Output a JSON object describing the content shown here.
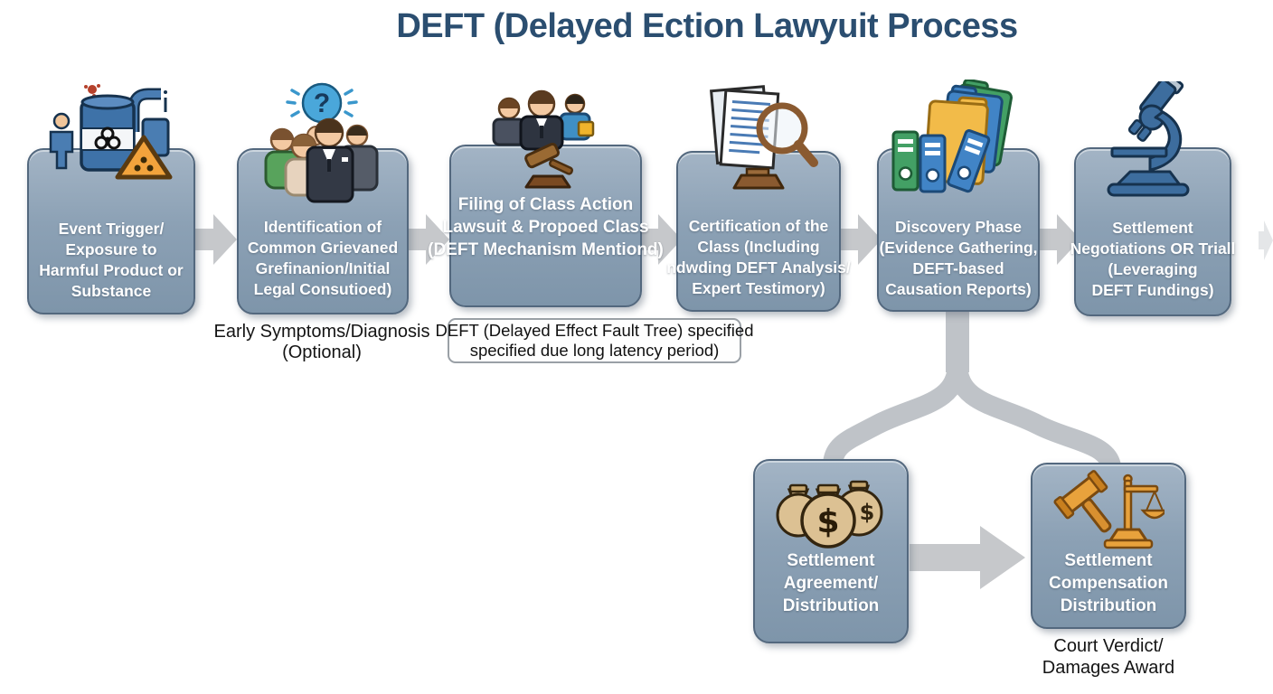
{
  "title": "DEFT (Delayed Ection Lawyuit Process",
  "boxes": [
    {
      "id": "event-trigger",
      "icon": "hazard-exposure-icon",
      "label": [
        "Event Trigger/",
        "Exposure to",
        "Harmful Product or",
        "Substance"
      ]
    },
    {
      "id": "identification",
      "icon": "people-question-icon",
      "label": [
        "Identification of",
        "Common Grievaned",
        "Grefinanion/Initial",
        "Legal Consutioed)"
      ]
    },
    {
      "id": "filing",
      "icon": "lawyers-gavel-icon",
      "label": [
        "Filing of Class Action",
        "Lawsuit & Propoed Class",
        "(DEFT Mechanism Mentiond)"
      ]
    },
    {
      "id": "certification",
      "icon": "document-magnifier-icon",
      "label": [
        "Certification of the",
        "Class (Including",
        "ndwding DEFT Analysis/",
        "Expert Testimory)"
      ]
    },
    {
      "id": "discovery",
      "icon": "evidence-folders-icon",
      "label": [
        "Discovery Phase",
        "(Evidence Gathering,",
        "DEFT-based",
        "Causation Reports)"
      ]
    },
    {
      "id": "settlement-negotiations",
      "icon": "microscope-icon",
      "label": [
        "Settlement",
        "Negotiations OR Triall",
        "(Leveraging",
        "DEFT Fundings)"
      ]
    },
    {
      "id": "settlement-agreement",
      "icon": "money-bags-icon",
      "label": [
        "Settlement",
        "Agreement/",
        "Distribution"
      ]
    },
    {
      "id": "settlement-compensation",
      "icon": "gavel-scales-icon",
      "label": [
        "Settlement",
        "Compensation",
        "Distribution"
      ]
    }
  ],
  "captions": {
    "early_symptoms": [
      "Early Symptoms/Diagnosis",
      "(Optional)"
    ],
    "court_verdict": [
      "Court Verdict/",
      "Damages Award"
    ]
  },
  "note": [
    "DEFT (Delayed Effect Fault Tree) specified",
    "specified due long latency period)"
  ],
  "colors": {
    "title": "#2b4e70",
    "box_border": "#53687e",
    "box_fill_top": "#a3b4c5",
    "box_fill_bottom": "#7e95aa",
    "box_text": "#ffffff",
    "arrow": "#c6c8cb",
    "connector": "#bfc3c8",
    "caption_text": "#141414"
  }
}
